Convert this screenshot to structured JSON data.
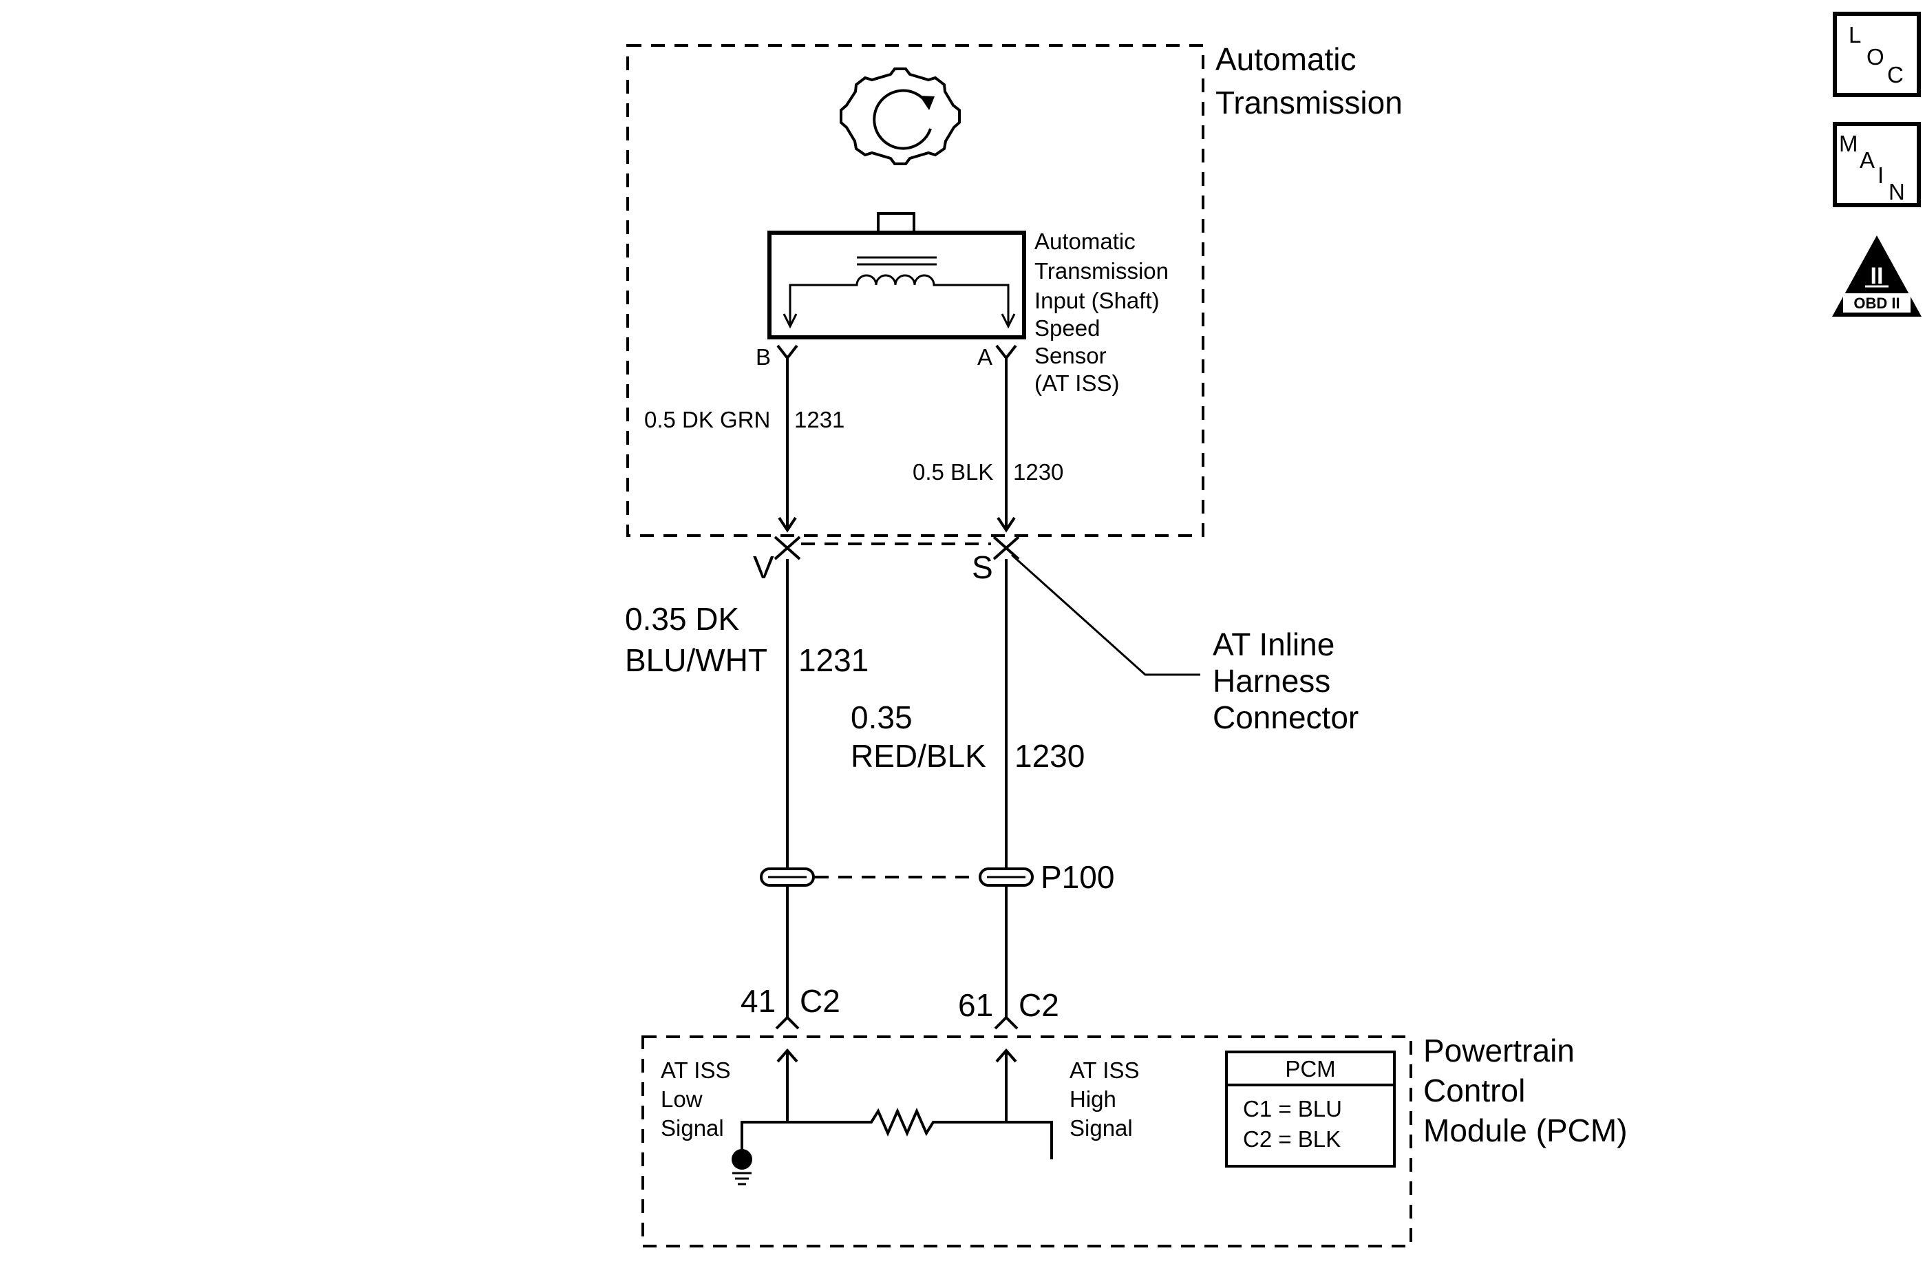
{
  "transmission": {
    "title_line1": "Automatic",
    "title_line2": "Transmission"
  },
  "sensor": {
    "label_line1": "Automatic",
    "label_line2": "Transmission",
    "label_line3": "Input (Shaft)",
    "label_line4": "Speed",
    "label_line5": "Sensor",
    "label_line6": "(AT ISS)",
    "pin_b": "B",
    "pin_a": "A"
  },
  "wires_internal": {
    "left_gauge_color": "0.5 DK GRN",
    "left_circuit": "1231",
    "right_gauge_color": "0.5 BLK",
    "right_circuit": "1230"
  },
  "inline_connector": {
    "pin_v": "V",
    "pin_s": "S",
    "label_line1": "AT Inline",
    "label_line2": "Harness",
    "label_line3": "Connector"
  },
  "wires_external": {
    "left_gauge": "0.35 DK",
    "left_color": "BLU/WHT",
    "left_circuit": "1231",
    "right_gauge": "0.35",
    "right_color": "RED/BLK",
    "right_circuit": "1230"
  },
  "passthrough": {
    "label": "P100"
  },
  "pcm_pins": {
    "left_pin": "41",
    "left_conn": "C2",
    "right_pin": "61",
    "right_conn": "C2"
  },
  "pcm": {
    "title_line1": "Powertrain",
    "title_line2": "Control",
    "title_line3": "Module (PCM)",
    "low_line1": "AT ISS",
    "low_line2": "Low",
    "low_line3": "Signal",
    "high_line1": "AT ISS",
    "high_line2": "High",
    "high_line3": "Signal",
    "legend_title": "PCM",
    "legend_c1": "C1 = BLU",
    "legend_c2": "C2 = BLK"
  },
  "side_icons": {
    "loc": [
      "L",
      "O",
      "C"
    ],
    "main": [
      "M",
      "A",
      "I",
      "N"
    ],
    "obd_numeral": "II",
    "obd_text": "OBD II"
  }
}
